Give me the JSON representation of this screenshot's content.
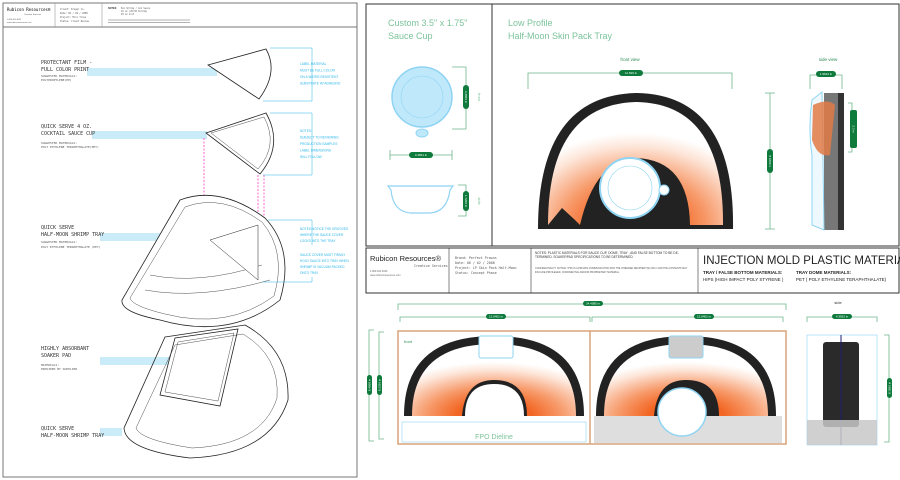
{
  "left_sheet": {
    "title_block": {
      "company": "Rubicon Resources®",
      "division": "Creative Services",
      "phone": "1.800.404.3034",
      "web": "www.rubiconresources.com",
      "client": "Client: Kroger Co.",
      "date": "Date: 06 / 02 / 2008",
      "project": "Project: Mini Trays",
      "status": "Status: Client Review",
      "notes_label": "NOTES:",
      "notes": [
        "8oz Shrimp / 4oz Sauce",
        "16 oz (20/30 Shrimp)",
        "20 oz unit"
      ]
    },
    "parts": [
      {
        "title": [
          "PROTECTANT FILM -",
          "FULL COLOR PRINT"
        ],
        "sub": [
          "SUGGESTED MATERIALS:",
          "POLYPROPYLENE(PP)"
        ]
      },
      {
        "title": [
          "QUICK SERVE 4 OZ.",
          "COCKTAIL SAUCE CUP"
        ],
        "sub": [
          "SUGGESTED MATERIALS:",
          "POLY ETHYLENE TERAPHTHALATE(PET)"
        ]
      },
      {
        "title": [
          "QUICK SERVE",
          "HALF-MOON SHRIMP TRAY"
        ],
        "sub": [
          "SUGGESTED MATERIALS:",
          "POLY ETHYLENE TERAPHTHALATE (PET)"
        ]
      },
      {
        "title": [
          "HIGHLY ABSORBANT",
          "SOAKER PAD"
        ],
        "sub": [
          "MATERIALS:",
          "PROVIDED BY SUPPLIER"
        ]
      },
      {
        "title": [
          "QUICK SERVE",
          "HALF-MOON SHRIMP TRAY"
        ],
        "sub": []
      }
    ],
    "callouts": [
      [
        "LABEL MATERIAL",
        "MUST BE FULL COLOR",
        "ON A WATER-RESISTENT",
        "SUBSTRATE W/ ADHESIVE"
      ],
      [
        "NOTES:",
        "SUBJECT TO REVIEWING",
        "PRODUCTION SAMPLES",
        "LABEL DIMENSIONS",
        "WILL FOLLOW"
      ],
      [
        "NOTES:NOTICE THE GROOVES",
        "WHERE THE SAUCE COVER",
        "LOCKS INTO THE TRAY"
      ],
      [
        "SAUCE COVER MUST FIRMLY",
        "HOLD SAUCE INTO TRAY WHEN",
        "SHRIMP IS VACUUM PACKED",
        "ONTO TRAY"
      ]
    ]
  },
  "sauce_cup": {
    "title": [
      "Custom 3.5\" x 1.75\"",
      "Sauce Cup"
    ],
    "front_label": "front",
    "side_label": "side",
    "dims": {
      "height_front": "3.4883 in",
      "width": "3.4841 in",
      "height_side": "1.7202 in"
    }
  },
  "tray": {
    "title": [
      "Low Profile",
      "Half-Moon Skin Pack Tray"
    ],
    "front_view_label": "front view",
    "side_view_label": "side view",
    "dims": {
      "width": "11.529 in",
      "height": "7.0038 in",
      "depth": "1.9612 in",
      "side_note": "2.3 in"
    }
  },
  "title_block": {
    "company": "Rubicon Resources®",
    "division": "Creative Services",
    "phone": "1.800.404.3034",
    "web": "www.rubiconresources.com",
    "brand": "Brand: Perfect Prawns",
    "date": "Date: 06 / 02 / 2008",
    "project": "Project: LP Skin Pack Half-Moon",
    "status": "Status: Concept Phase",
    "notes": "NOTES: PLASTIC MATERIALS FOR SAUCE CUP, DOME, TRAY , AND FALSE BOTTOM TO BE DE-TERMINED. SOAKERPAD SPECIFICATIONS TO BE DETERMINED.",
    "confidential": "CONFIDENTIALITY NOTICE: THIS IS A PRIVATE COMMUNICATION FOR THE INTENDED RECIPIENT(S) ONLY AND THE CONTENTS MAY INCLUDE PRIVILEGED, CONFIDENTIAL AND/OR PROPRIETARY MATERIAL.",
    "materials_heading": "INJECTION MOLD PLASTIC MATERIALS",
    "tray_mat_label": "TRAY / FALSE BOTTOM MATERIALS:",
    "tray_mat_value": "HIPS (HIGH IMPACT POLY STYRENE )",
    "dome_mat_label": "TRAY DOME MATERIALS:",
    "dome_mat_value": "PET ( POLY ETHYLENE TERAPHTHALATE)"
  },
  "dieline": {
    "front_label": "front",
    "fpo_label": "FPO Dieline",
    "side_label": "side",
    "dims": {
      "total_width": "24.4085 in",
      "panel_width_1": "12.0401 in",
      "panel_width_2": "12.0401 in",
      "side_width": "4.3552 in",
      "height_outer": "8.4968 in",
      "height_inner": "8.2356 in",
      "side_height": "8.1856 in"
    }
  },
  "colors": {
    "accent_green": "#7cc39a",
    "dim_pill": "#0e7a3c",
    "callout_cyan": "#2cb6e8",
    "highlight_band": "#c9ecf8",
    "guide_magenta": "#ff3fbf",
    "shrimp_orange": "#f26522",
    "dieline_border": "#d9a27a"
  }
}
